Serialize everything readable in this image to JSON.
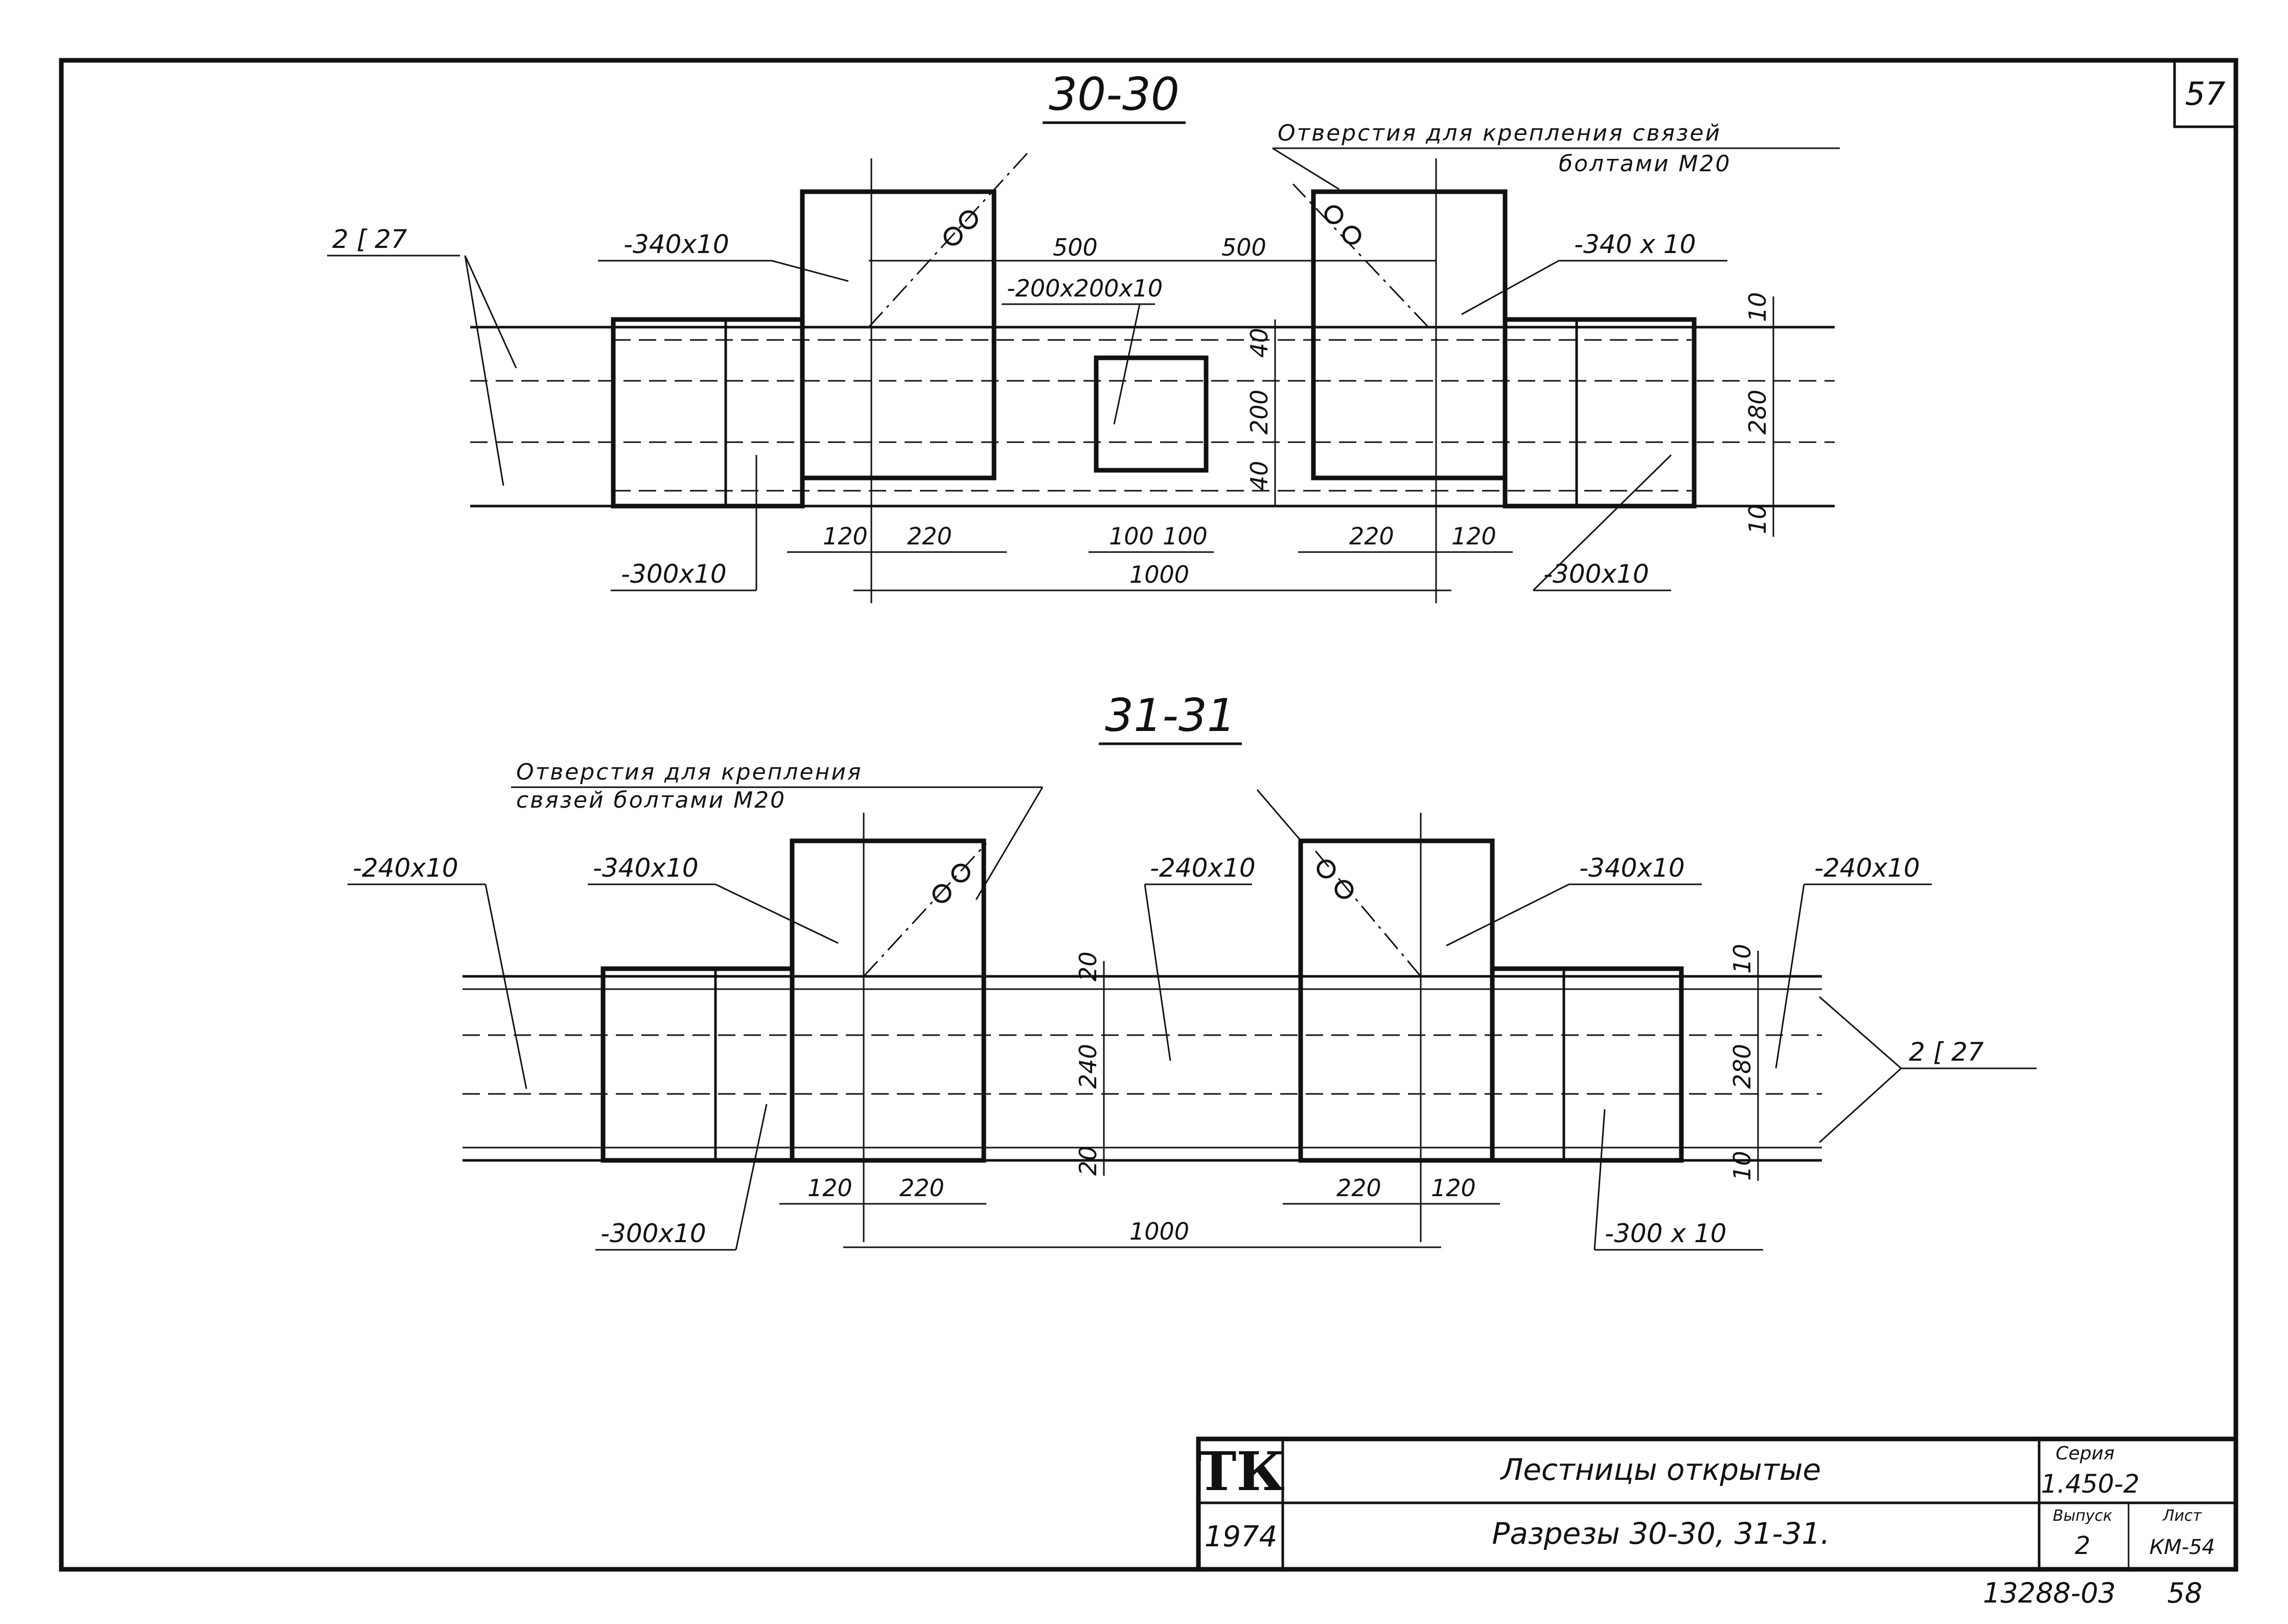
{
  "sheet_number": "57",
  "section_30": {
    "title": "30-30",
    "note_line1": "Отверстия для крепления связей",
    "note_line2": "болтами М20",
    "channel": "2 [ 27",
    "plate_left": "-340x10",
    "plate_right": "-340 x 10",
    "center_plate": "-200x200x10",
    "bottom_left": "-300x10",
    "bottom_right": "-300x10",
    "dim_500_left": "500",
    "dim_500_right": "500",
    "dim_120_left": "120",
    "dim_220_left": "220",
    "dim_100_a": "100",
    "dim_100_b": "100",
    "dim_220_right": "220",
    "dim_120_right": "120",
    "dim_1000": "1000",
    "dim_40_top": "40",
    "dim_200": "200",
    "dim_40_bottom": "40",
    "dim_10_top": "10",
    "dim_280": "280",
    "dim_10_bottom": "10"
  },
  "section_31": {
    "title": "31-31",
    "note_line1": "Отверстия для крепления",
    "note_line2": "связей болтами М20",
    "plate_far_left": "-240x10",
    "plate_left": "-340x10",
    "plate_center": "-240x10",
    "plate_right": "-340x10",
    "plate_far_right": "-240x10",
    "channel": "2 [ 27",
    "bottom_left": "-300x10",
    "bottom_right": "-300 x 10",
    "dim_20_top": "20",
    "dim_240": "240",
    "dim_20_bottom": "20",
    "dim_10_top": "10",
    "dim_280": "280",
    "dim_10_bottom": "10",
    "dim_120_left": "120",
    "dim_220_left": "220",
    "dim_220_right": "220",
    "dim_120_right": "120",
    "dim_1000": "1000"
  },
  "title_block": {
    "logo": "ТК",
    "year": "1974",
    "title": "Лестницы открытые",
    "subtitle": "Разрезы 30-30, 31-31.",
    "series_label": "Серия",
    "series_value": "1.450-2",
    "issue_label": "Выпуск",
    "issue_value": "2",
    "sheet_label": "Лист",
    "sheet_value": "КМ-54"
  },
  "footer": {
    "archive_number": "13288-03",
    "page": "58"
  }
}
